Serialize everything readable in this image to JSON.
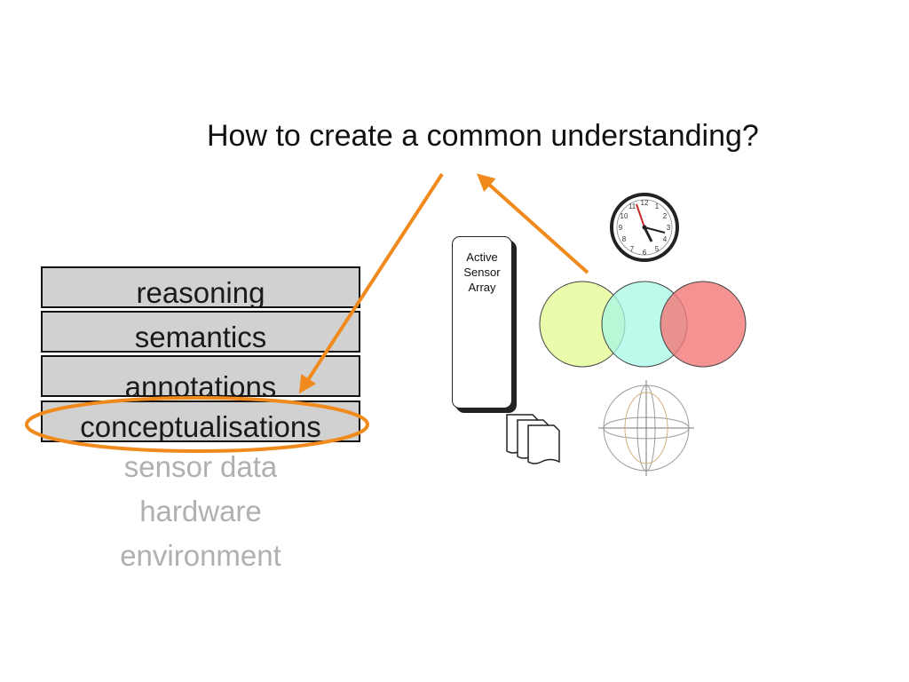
{
  "title": "How to create a common understanding?",
  "stack": {
    "layers": [
      "reasoning",
      "semantics",
      "annotations",
      "conceptualisations"
    ],
    "faded_layers": [
      "sensor data",
      "hardware",
      "environment"
    ]
  },
  "sensor": {
    "line1": "Active",
    "line2": "Sensor",
    "line3": "Array"
  },
  "colors": {
    "arrow": "#f08a1c",
    "circle_left": "#e8fca6",
    "circle_middle": "#a6f8e4",
    "circle_right": "#f27777"
  },
  "icons": [
    "clock-icon",
    "venn-diagram-icon",
    "documents-icon",
    "sphere-diagram-icon"
  ]
}
